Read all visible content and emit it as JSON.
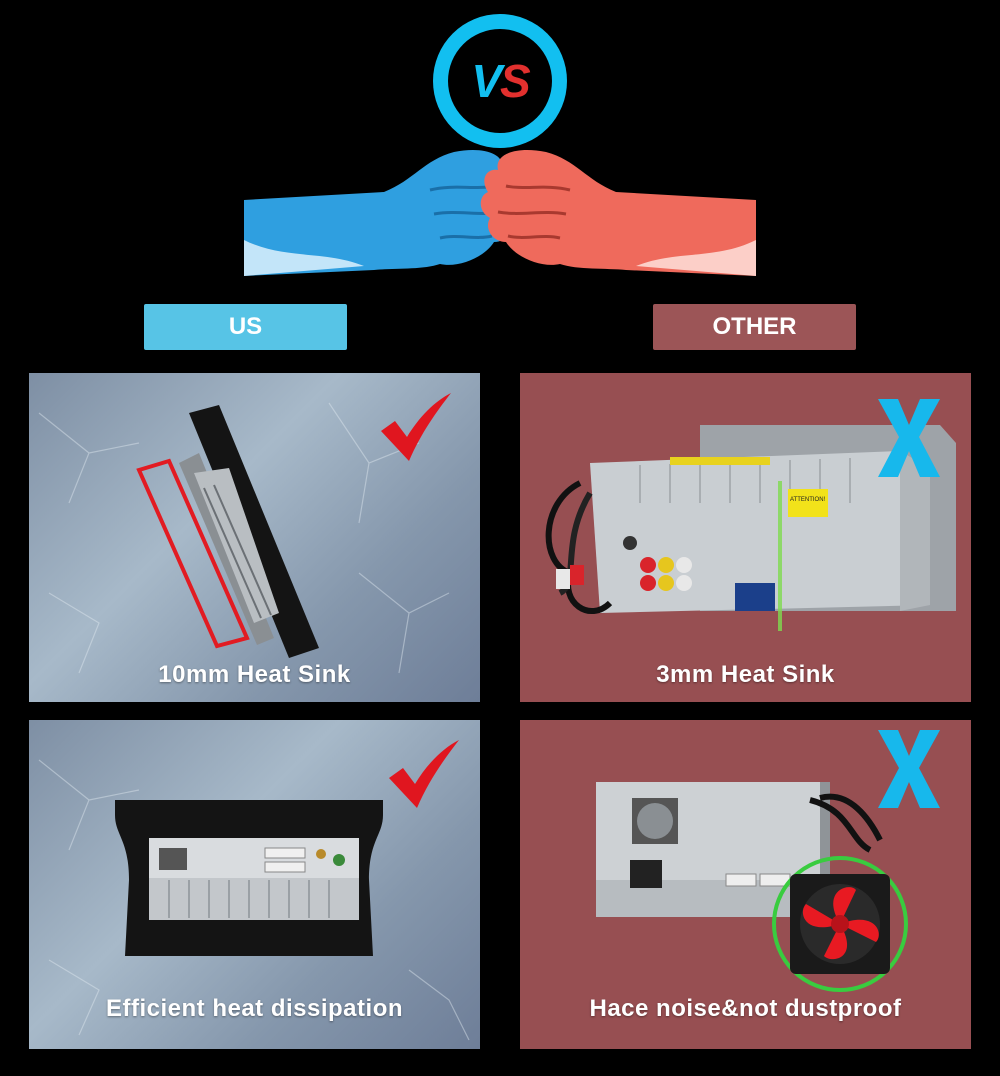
{
  "badge": {
    "v": "V",
    "s": "S"
  },
  "labels": {
    "us": "US",
    "other": "OTHER"
  },
  "panels": [
    {
      "caption": "10mm Heat Sink",
      "mark": "check-icon"
    },
    {
      "caption": "3mm Heat Sink",
      "mark": "x-icon",
      "sticker": "ATTENTION!"
    },
    {
      "caption": "Efficient heat dissipation",
      "mark": "check-icon"
    },
    {
      "caption": "Hace noise&not dustproof",
      "mark": "x-icon"
    }
  ],
  "colors": {
    "us": "#57c4e6",
    "other": "#9c5557",
    "check": "#e0161f",
    "x": "#17b8ec"
  }
}
